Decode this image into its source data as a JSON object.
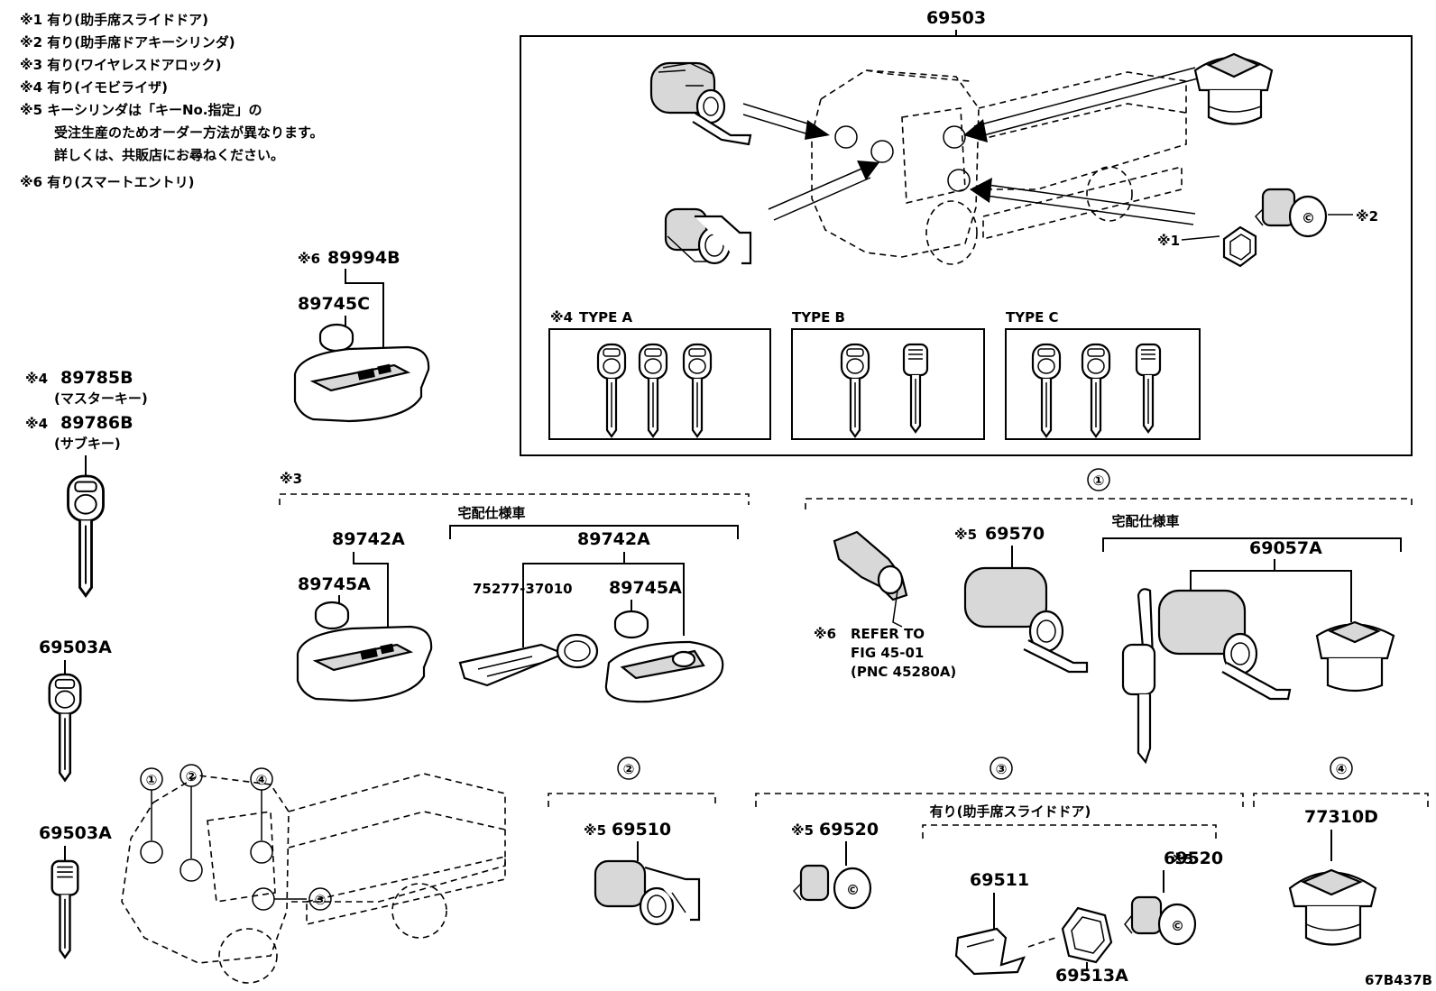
{
  "notes": [
    "※1  有り(助手席スライドドア)",
    "※2  有り(助手席ドアキーシリンダ)",
    "※3  有り(ワイヤレスドアロック)",
    "※4  有り(イモビライザ)",
    "※5  キーシリンダは「キーNo.指定」の",
    "受注生産のためオーダー方法が異なります。",
    "詳しくは、共販店にお尋ねください。",
    "※6  有り(スマートエントリ)"
  ],
  "parts": {
    "main_assembly": "69503",
    "smart_key": "89994B",
    "smart_key_mark": "※6",
    "battery_c": "89745C",
    "master_key": "89785B",
    "master_key_mark": "※4",
    "master_key_sub": "(マスターキー)",
    "sub_key": "89786B",
    "sub_key_mark": "※4",
    "sub_key_sub": "(サブキー)",
    "key_a": "69503A",
    "key_a2": "69503A",
    "wireless_mark": "※3",
    "delivery_spec": "宅配仕様車",
    "transmitter_1": "89742A",
    "battery_a_1": "89745A",
    "transmitter_2": "89742A",
    "plate": "75277-37010",
    "battery_a_2": "89745A",
    "ign_cyl_mark": "※5",
    "ign_cyl": "69570",
    "delivery_spec_2": "宅配仕様車",
    "ign_set": "69057A",
    "refer_mark": "※6",
    "refer_1": "REFER TO",
    "refer_2": "FIG 45-01",
    "refer_3": "(PNC 45280A)",
    "door_cyl_mark": "※5",
    "door_cyl": "69510",
    "door_cyl_r_mark": "※5",
    "door_cyl_r": "69520",
    "slide_door_note": "有り(助手席スライドドア)",
    "slide_cyl_mark": "※5",
    "slide_cyl": "69520",
    "slide_rod": "69511",
    "slide_pad": "69513A",
    "fuel_cap": "77310D",
    "note1_mark": "※1",
    "note2_mark": "※2"
  },
  "types": {
    "type_a_mark": "※4",
    "type_a": "TYPE  A",
    "type_b": "TYPE  B",
    "type_c": "TYPE  C"
  },
  "callouts": [
    "①",
    "②",
    "③",
    "④"
  ],
  "sections": {
    "s1": "①",
    "s2": "②",
    "s3": "③",
    "s4": "④"
  },
  "diagram_code": "67B437B"
}
